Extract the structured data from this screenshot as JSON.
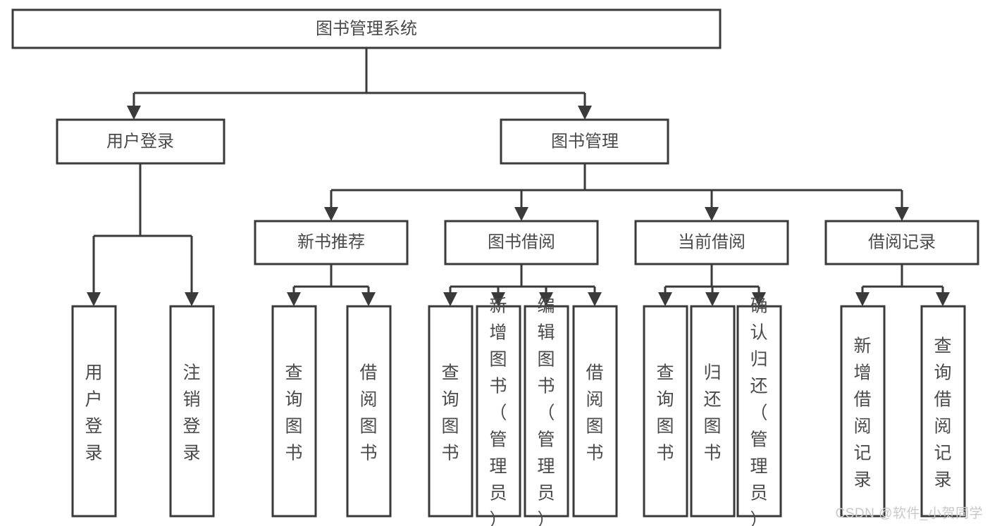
{
  "diagram": {
    "title": "图书管理系统",
    "type": "tree",
    "orientation": "top-down",
    "colors": {
      "box_stroke": "#3a3a3a",
      "box_fill": "#ffffff",
      "text": "#4a4a4a",
      "connector": "#3a3a3a",
      "watermark": "#c9c9c9",
      "background": "#ffffff"
    },
    "root": {
      "id": "root",
      "label": "图书管理系统",
      "orientation": "horizontal"
    },
    "level1": [
      {
        "id": "user-login",
        "label": "用户登录",
        "orientation": "horizontal"
      },
      {
        "id": "book-manage",
        "label": "图书管理",
        "orientation": "horizontal"
      }
    ],
    "level2": [
      {
        "id": "new-book-recommend",
        "parent": "book-manage",
        "label": "新书推荐",
        "orientation": "horizontal"
      },
      {
        "id": "book-borrow",
        "parent": "book-manage",
        "label": "图书借阅",
        "orientation": "horizontal"
      },
      {
        "id": "current-borrow",
        "parent": "book-manage",
        "label": "当前借阅",
        "orientation": "horizontal"
      },
      {
        "id": "borrow-record",
        "parent": "book-manage",
        "label": "借阅记录",
        "orientation": "horizontal"
      }
    ],
    "leaves": [
      {
        "id": "leaf-user-login",
        "parent": "user-login",
        "label": "用户登录",
        "orientation": "vertical"
      },
      {
        "id": "leaf-user-logout",
        "parent": "user-login",
        "label": "注销登录",
        "orientation": "vertical"
      },
      {
        "id": "leaf-rec-query-book",
        "parent": "new-book-recommend",
        "label": "查询图书",
        "orientation": "vertical"
      },
      {
        "id": "leaf-rec-borrow-book",
        "parent": "new-book-recommend",
        "label": "借阅图书",
        "orientation": "vertical"
      },
      {
        "id": "leaf-borrow-query-book",
        "parent": "book-borrow",
        "label": "查询图书",
        "orientation": "vertical"
      },
      {
        "id": "leaf-borrow-add-book",
        "parent": "book-borrow",
        "label": "新增图书（管理员）",
        "orientation": "vertical"
      },
      {
        "id": "leaf-borrow-edit-book",
        "parent": "book-borrow",
        "label": "编辑图书（管理员）",
        "orientation": "vertical"
      },
      {
        "id": "leaf-borrow-borrow-book",
        "parent": "book-borrow",
        "label": "借阅图书",
        "orientation": "vertical"
      },
      {
        "id": "leaf-cur-query-book",
        "parent": "current-borrow",
        "label": "查询图书",
        "orientation": "vertical"
      },
      {
        "id": "leaf-cur-return-book",
        "parent": "current-borrow",
        "label": "归还图书",
        "orientation": "vertical"
      },
      {
        "id": "leaf-cur-confirm-return",
        "parent": "current-borrow",
        "label": "确认归还（管理员）",
        "orientation": "vertical"
      },
      {
        "id": "leaf-rec-add-record",
        "parent": "borrow-record",
        "label": "新增借阅记录",
        "orientation": "vertical"
      },
      {
        "id": "leaf-rec-query-record",
        "parent": "borrow-record",
        "label": "查询借阅记录",
        "orientation": "vertical"
      }
    ]
  },
  "watermark": {
    "label": "CSDN @软件_小贺同学"
  }
}
